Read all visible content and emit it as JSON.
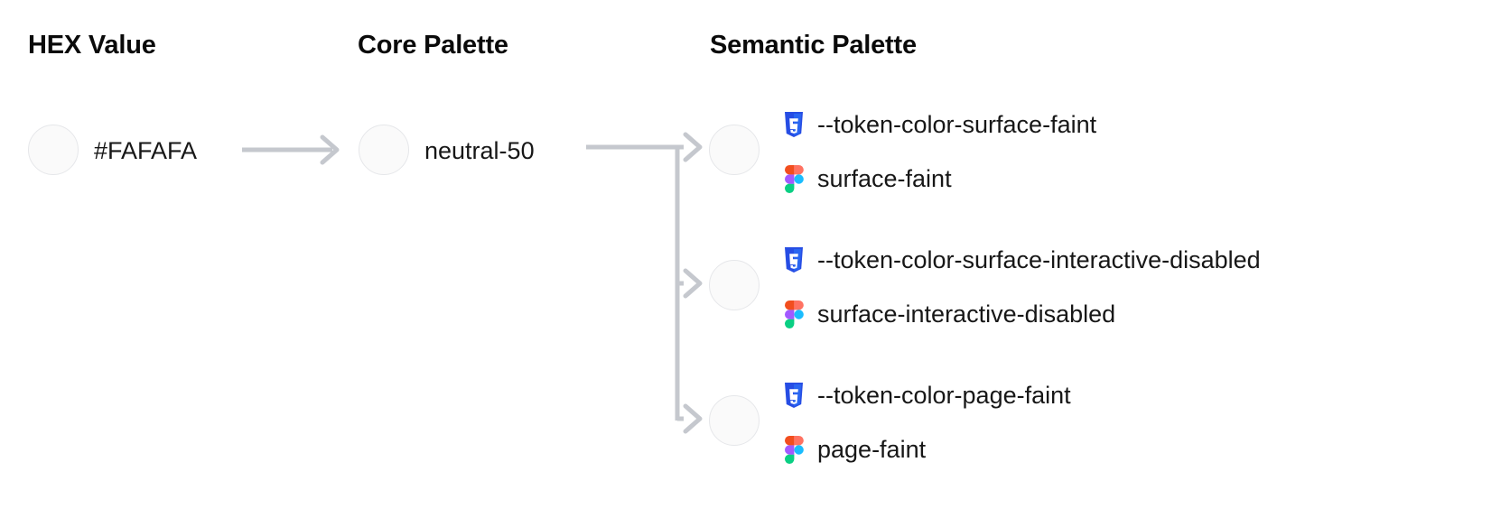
{
  "columns": {
    "hex": {
      "heading": "HEX Value"
    },
    "core": {
      "heading": "Core Palette"
    },
    "semantic": {
      "heading": "Semantic Palette"
    }
  },
  "hex_value": {
    "label": "#FAFAFA",
    "swatch_color": "#FAFAFA"
  },
  "core_value": {
    "label": "neutral-50",
    "swatch_color": "#FAFAFA"
  },
  "semantic_tokens": [
    {
      "swatch_color": "#FAFAFA",
      "css_icon": "css3-icon",
      "css_token": "--token-color-surface-faint",
      "figma_icon": "figma-icon",
      "figma_token": "surface-faint"
    },
    {
      "swatch_color": "#FAFAFA",
      "css_icon": "css3-icon",
      "css_token": "--token-color-surface-interactive-disabled",
      "figma_icon": "figma-icon",
      "figma_token": "surface-interactive-disabled"
    },
    {
      "swatch_color": "#FAFAFA",
      "css_icon": "css3-icon",
      "css_token": "--token-color-page-faint",
      "figma_icon": "figma-icon",
      "figma_token": "page-faint"
    }
  ],
  "colors": {
    "background": "#FFFFFF",
    "text": "#171717",
    "heading": "#0A0A0A",
    "connector": "#C5C8CE",
    "swatch_border": "#E6E7EA",
    "css_blue": "#264DE4",
    "figma_orange": "#F24E1E",
    "figma_purple": "#A259FF",
    "figma_blue": "#1ABCFE",
    "figma_green": "#0ACF83",
    "figma_red": "#FF7262"
  }
}
